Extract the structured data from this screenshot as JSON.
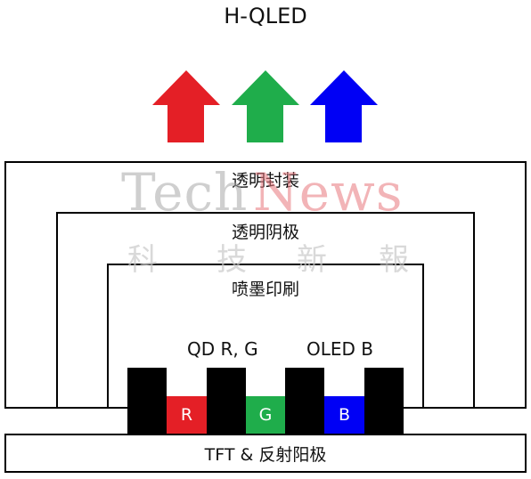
{
  "title": "H-QLED",
  "arrows": [
    {
      "color": "#e41f26",
      "name": "red"
    },
    {
      "color": "#1fad4b",
      "name": "green"
    },
    {
      "color": "#0000f5",
      "name": "blue"
    }
  ],
  "layers": {
    "encapsulation": "透明封装",
    "cathode": "透明阴极",
    "inkjet": "喷墨印刷",
    "substrate": "TFT & 反射阳极"
  },
  "labels": {
    "qd": "QD R, G",
    "oled": "OLED B"
  },
  "subpixels": [
    {
      "label": "R",
      "color": "#e41f26"
    },
    {
      "label": "G",
      "color": "#1fad4b"
    },
    {
      "label": "B",
      "color": "#0000f5"
    }
  ],
  "watermark": {
    "tech": "Tech",
    "news": "News",
    "zh": [
      "科",
      "技",
      "新",
      "報"
    ]
  }
}
